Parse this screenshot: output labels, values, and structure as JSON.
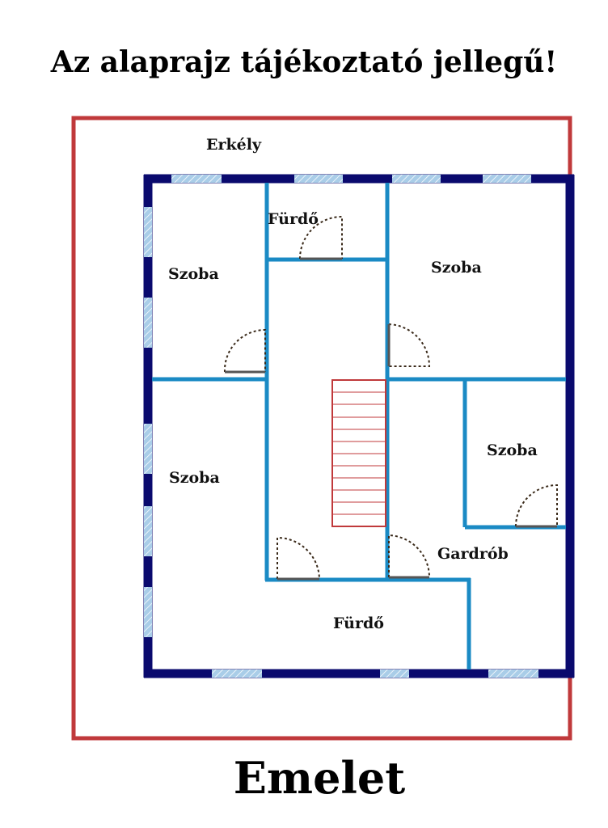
{
  "header": {
    "note": "Az alaprajz tájékoztató jellegű!"
  },
  "floor": {
    "name": "Emelet"
  },
  "rooms": {
    "balcony": "Erkély",
    "bath_top": "Fürdő",
    "room_top_left": "Szoba",
    "room_top_right": "Szoba",
    "room_bottom_left": "Szoba",
    "room_right_small": "Szoba",
    "wardrobe": "Gardrób",
    "bath_bottom": "Fürdő"
  },
  "colors": {
    "balcony_outline": "#c0393b",
    "exterior_wall": "#0a0a6e",
    "interior_wall": "#1a8ac4",
    "window_fill": "#a9cde8",
    "stair": "#c0393b",
    "door_swing": "#3a2a1a"
  }
}
